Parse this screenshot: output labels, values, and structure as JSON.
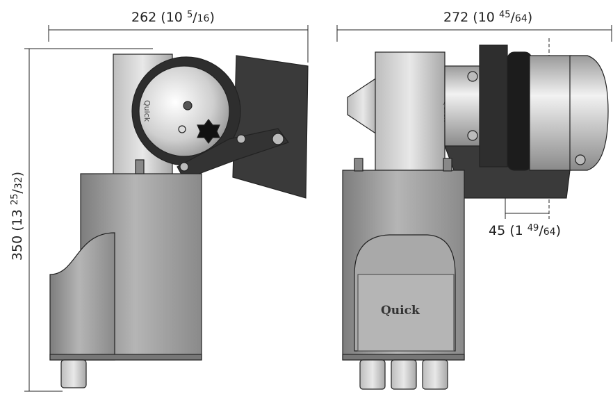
{
  "dimensions": {
    "width_side": {
      "mm": "262",
      "inch_whole": "10",
      "inch_num": "5",
      "inch_den": "16"
    },
    "width_front": {
      "mm": "272",
      "inch_whole": "10",
      "inch_num": "45",
      "inch_den": "64"
    },
    "height": {
      "mm": "350",
      "inch_whole": "13",
      "inch_num": "25",
      "inch_den": "32"
    },
    "chain_offset": {
      "mm": "45",
      "inch_whole": "1",
      "inch_num": "49",
      "inch_den": "64"
    }
  },
  "logo": {
    "text": "Quick"
  },
  "colors": {
    "body": "#9a9a9a",
    "dark": "#3a3a3a",
    "line": "#222222"
  }
}
